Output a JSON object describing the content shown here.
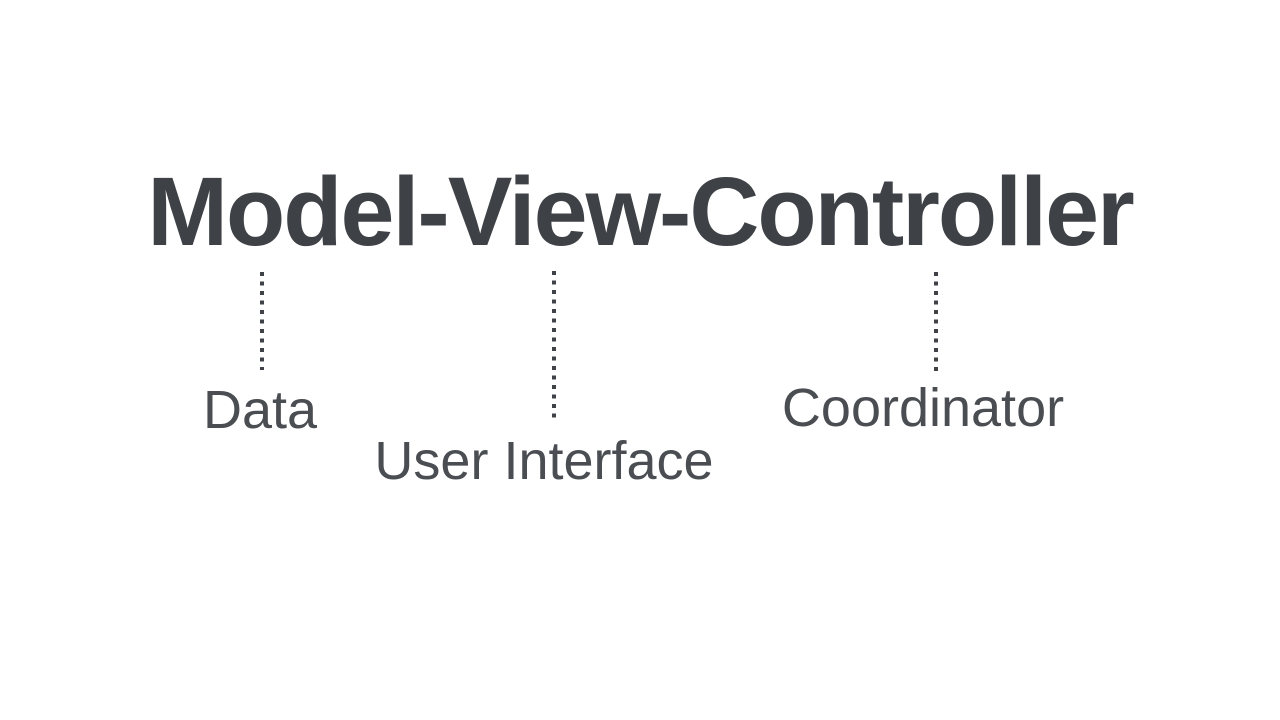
{
  "page": {
    "background_color": "#ffffff"
  },
  "diagram": {
    "title": "Model-View-Controller",
    "title_color": "#3e4246",
    "connector_color": "#3f4347",
    "connector_style": "vertical-dotted",
    "label_color": "#4a4d51",
    "annotations": [
      {
        "label": "Data"
      },
      {
        "label": "User Interface"
      },
      {
        "label": "Coordinator"
      }
    ]
  }
}
